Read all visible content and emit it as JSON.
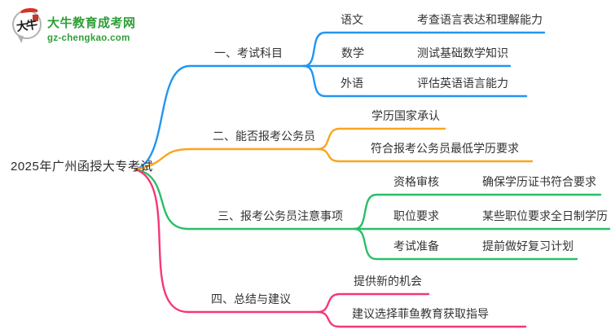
{
  "site": {
    "name": "大牛教育成考网",
    "domain": "gz-chengkao.com",
    "logo_text": "大牛",
    "brand_color": "#2e9e36",
    "logo_red": "#d93026"
  },
  "root": {
    "label": "2025年广州函授大专考试"
  },
  "branches": [
    {
      "label": "一、考试科目",
      "color": "#2196f3",
      "children": [
        {
          "label": "语文",
          "leaf": "考查语言表达和理解能力"
        },
        {
          "label": "数学",
          "leaf": "测试基础数学知识"
        },
        {
          "label": "外语",
          "leaf": "评估英语语言能力"
        }
      ]
    },
    {
      "label": "二、能否报考公务员",
      "color": "#f8a61e",
      "children": [
        {
          "label": "学历国家承认"
        },
        {
          "label": "符合报考公务员最低学历要求"
        }
      ]
    },
    {
      "label": "三、报考公务员注意事项",
      "color": "#29bf66",
      "children": [
        {
          "label": "资格审核",
          "leaf": "确保学历证书符合要求"
        },
        {
          "label": "职位要求",
          "leaf": "某些职位要求全日制学历"
        },
        {
          "label": "考试准备",
          "leaf": "提前做好复习计划"
        }
      ]
    },
    {
      "label": "四、总结与建议",
      "color": "#f53778",
      "children": [
        {
          "label": "提供新的机会"
        },
        {
          "label": "建议选择菲鱼教育获取指导"
        }
      ]
    }
  ]
}
